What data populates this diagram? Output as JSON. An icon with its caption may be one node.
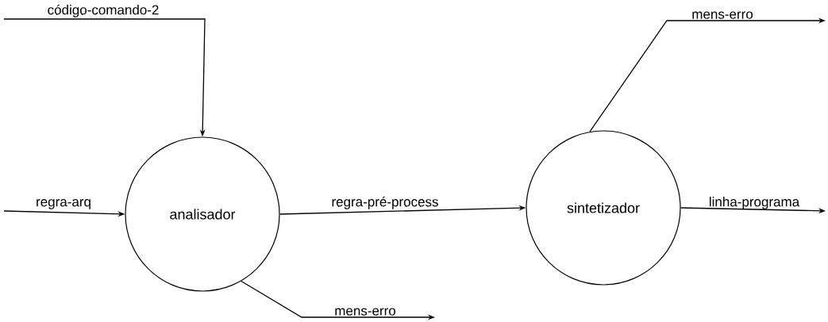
{
  "diagram": {
    "nodes": [
      {
        "text": [
          "analisador"
        ]
      },
      {
        "text": [
          "sintetizador"
        ]
      }
    ],
    "edges": [
      {
        "from": null,
        "to": 0,
        "arrow": "to",
        "label": "código-comando-2"
      },
      {
        "from": null,
        "to": 0,
        "arrow": "to",
        "label": "regra-arq"
      },
      {
        "from": 0,
        "to": 1,
        "arrow": "to",
        "label": "regra-pré-process"
      },
      {
        "from": 0,
        "to": null,
        "arrow": "to",
        "label": "mens-erro"
      },
      {
        "from": 1,
        "to": null,
        "arrow": "to",
        "label": "mens-erro"
      },
      {
        "from": 1,
        "to": null,
        "arrow": "to",
        "label": "linha-programa"
      }
    ]
  }
}
